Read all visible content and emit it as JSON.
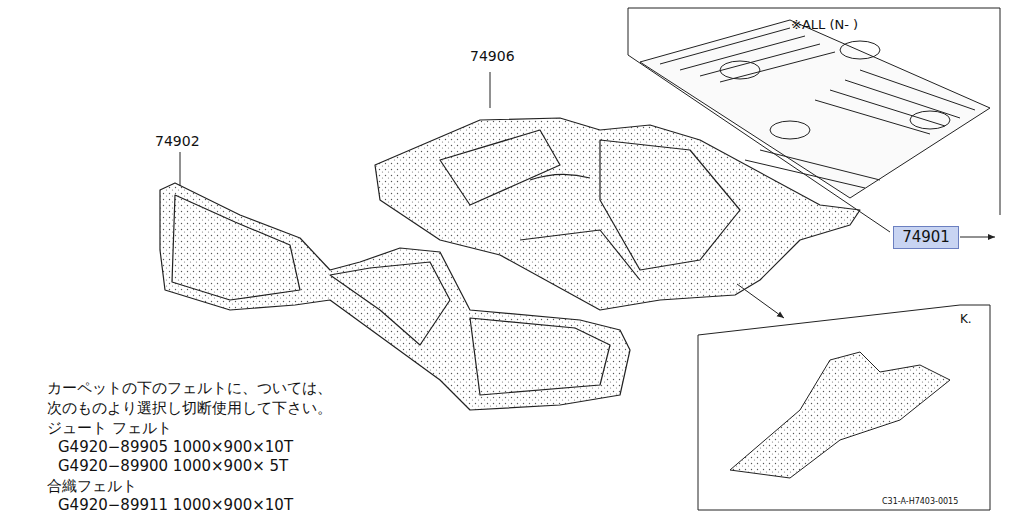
{
  "diagram": {
    "nodes": [
      {
        "text": [
          "※ALL (N-      )"
        ]
      },
      {
        "text": [
          "74901"
        ]
      },
      {
        "text": [
          "K."
        ]
      }
    ],
    "labels": [
      "74906",
      "74902",
      "カーペットの下のフェルトに、ついては、",
      "次のものより選択し切断使用して下さい。",
      "ジュート フェルト",
      "G4920−89905 1000×900×10T",
      "G4920−89900 1000×900× 5T",
      "合織フェルト",
      "G4920−89911 1000×900×10T",
      "C31-A-H7403-0015"
    ]
  }
}
